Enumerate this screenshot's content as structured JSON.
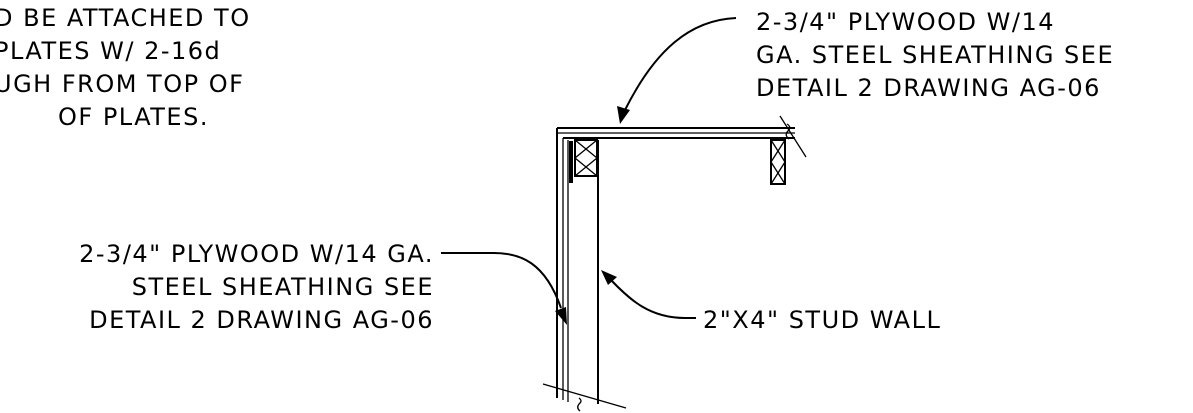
{
  "notes": {
    "top_left": [
      "D BE ATTACHED TO",
      "PLATES W/ 2-16d",
      "UGH FROM TOP OF",
      "OF PLATES."
    ],
    "top_right": [
      "2-3/4\" PLYWOOD W/14",
      "GA. STEEL SHEATHING SEE",
      "DETAIL 2 DRAWING AG-06"
    ],
    "left": [
      "2-3/4\" PLYWOOD W/14 GA.",
      "STEEL SHEATHING SEE",
      "DETAIL 2 DRAWING AG-06"
    ],
    "right": [
      "2\"X4\" STUD WALL"
    ]
  },
  "colors": {
    "ink": "#000000",
    "paper": "#ffffff"
  }
}
